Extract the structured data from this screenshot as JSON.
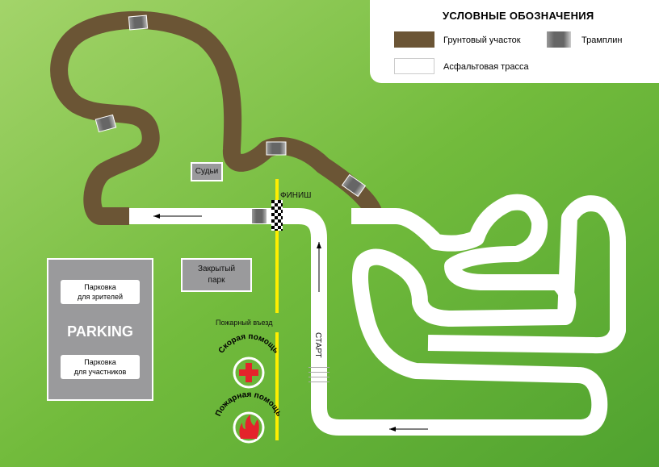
{
  "legend": {
    "title": "УСЛОВНЫЕ ОБОЗНАЧЕНИЯ",
    "dirt": "Грунтовый участок",
    "jump": "Трамплин",
    "asphalt": "Асфальтовая трасса"
  },
  "labels": {
    "judges": "Судьи",
    "finish": "ФИНИШ",
    "start": "СТАРТ",
    "closed_park_1": "Закрытый",
    "closed_park_2": "парк",
    "fire_entry": "Пожарный въезд",
    "ambulance": "Скорая помощь",
    "fire_aid": "Пожарная помощь"
  },
  "parking": {
    "title": "PARKING",
    "spectators_1": "Парковка",
    "spectators_2": "для зрителей",
    "participants_1": "Парковка",
    "participants_2": "для участников"
  },
  "colors": {
    "grass": "#6fba3a",
    "dirt": "#6b5535",
    "asphalt": "#ffffff",
    "jump": "#6a6a6c",
    "line": "#ffee00",
    "red": "#e4232b"
  }
}
